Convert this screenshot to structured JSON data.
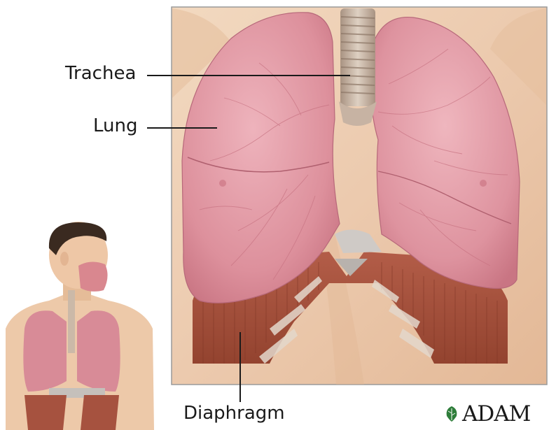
{
  "labels": {
    "trachea": "Trachea",
    "lung": "Lung",
    "diaphragm": "Diaphragm"
  },
  "logo": {
    "text": "ADAM",
    "icon": "leaf-icon"
  },
  "colors": {
    "lung": "#d98a97",
    "lung_light": "#e9a9b2",
    "muscle": "#a8523f",
    "skin": "#edcdb0",
    "trachea": "#c9b6a6",
    "membrane": "#c8c4c0"
  }
}
